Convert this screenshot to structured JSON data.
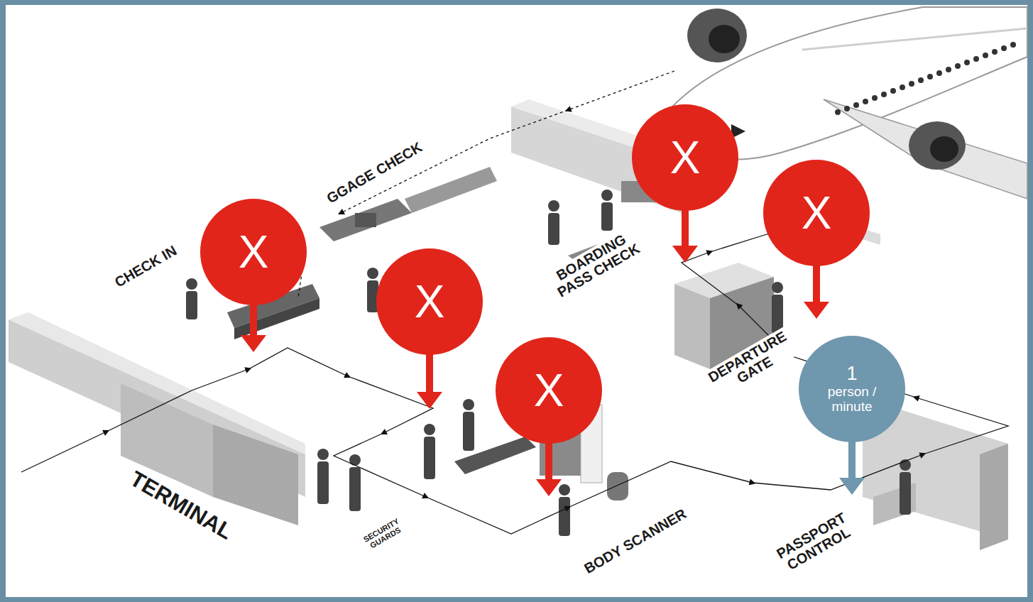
{
  "diagram": {
    "nodes": [
      {
        "text": [
          "X"
        ]
      },
      {
        "text": [
          "X"
        ]
      },
      {
        "text": [
          "X"
        ]
      },
      {
        "text": [
          "X"
        ]
      },
      {
        "text": [
          "X"
        ]
      },
      {
        "text": [
          "1",
          "person / minute"
        ]
      }
    ],
    "labels": [
      "CHECK IN",
      "GGAGE CHECK",
      "BOARDING PASS CHECK",
      "DEPARTURE GATE",
      "PASSPORT CONTROL",
      "BODY SCANNER",
      "TERMINAL",
      "SECURITY GUARDS"
    ]
  }
}
